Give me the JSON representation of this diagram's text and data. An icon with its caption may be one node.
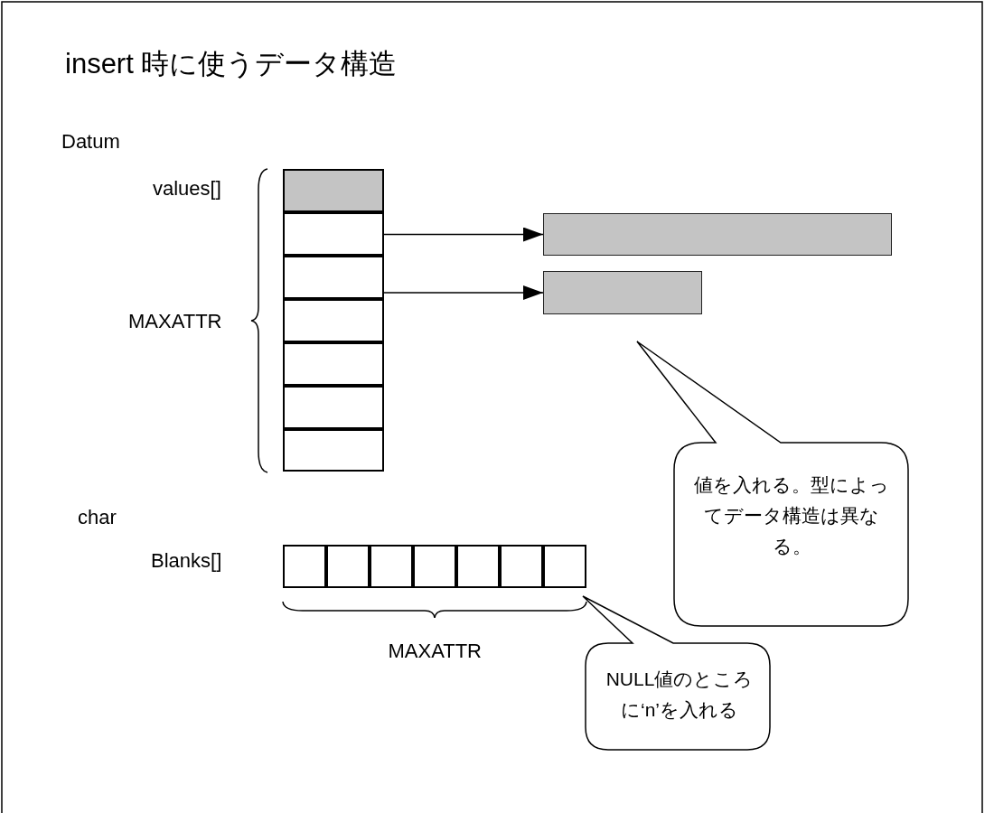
{
  "diagram": {
    "title": "insert 時に使うデータ構造",
    "nodes": [
      {
        "text": [],
        "shape": "box"
      },
      {
        "text": [],
        "shape": "box"
      },
      {
        "text": [],
        "shape": "box"
      },
      {
        "text": [],
        "shape": "box"
      },
      {
        "text": [],
        "shape": "box"
      },
      {
        "text": [],
        "shape": "box"
      },
      {
        "text": [],
        "shape": "box"
      },
      {
        "text": [],
        "shape": "bar"
      },
      {
        "text": [],
        "shape": "bar"
      },
      {
        "text": [
          "値を入れる。型によってデータ構造は異なる。"
        ]
      },
      {
        "text": [],
        "shape": "box"
      },
      {
        "text": [],
        "shape": "box"
      },
      {
        "text": [],
        "shape": "box"
      },
      {
        "text": [],
        "shape": "box"
      },
      {
        "text": [],
        "shape": "box"
      },
      {
        "text": [],
        "shape": "box"
      },
      {
        "text": [],
        "shape": "box"
      },
      {
        "text": [
          "NULL値のところに‘n’を入れる"
        ]
      }
    ],
    "edges": [
      {
        "from": 1,
        "to": 7,
        "arrow": "to"
      },
      {
        "from": 2,
        "to": 8,
        "arrow": "to"
      }
    ],
    "labels": [
      "Datum",
      "values[]",
      "MAXATTR",
      "char",
      "Blanks[]",
      "MAXATTR"
    ]
  }
}
